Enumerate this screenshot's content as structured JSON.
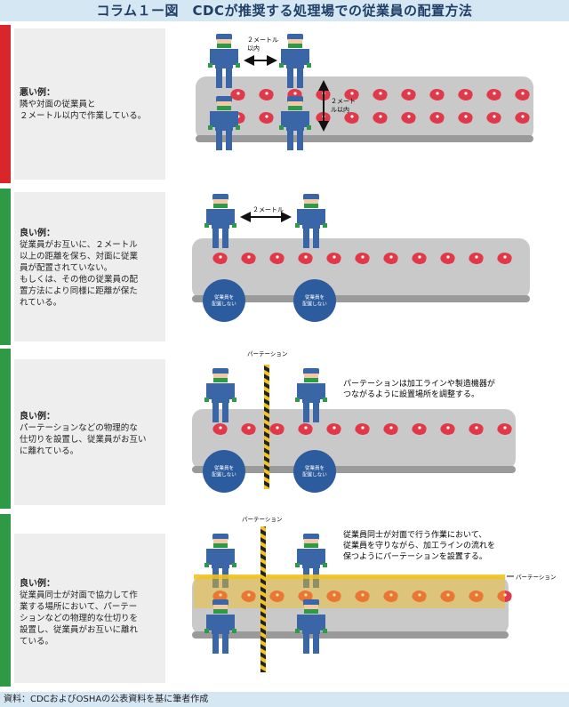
{
  "title": "コラム１ー図　CDCが推奨する処理場での従業員の配置方法",
  "source": "資料：CDCおよびOSHAの公表資料を基に筆者作成",
  "colors": {
    "bad": "#d9262b",
    "good": "#2e9a45",
    "header_bg": "#d6e7f4",
    "worker": "#3a66a8",
    "meat": "#e03a4a",
    "partition": "#f3c21b"
  },
  "sections": [
    {
      "kind": "bad",
      "heading": "悪い例：",
      "body": "隣や対面の従業員と\n２メートル以内で作業している。",
      "labels": {
        "distance_horizontal": "２メートル\n以内",
        "distance_vertical": "２メート\nル以内"
      }
    },
    {
      "kind": "good",
      "heading": "良い例：",
      "body": "従業員がお互いに、２メートル\n以上の距離を保ち、対面に従業\n員が配置されていない。\nもしくは、その他の従業員の配\n置方法により同様に距離が保た\nれている。",
      "labels": {
        "distance": "２メートル",
        "no_staff_1": "従業員を\n配置しない",
        "no_staff_2": "従業員を\n配置しない"
      }
    },
    {
      "kind": "good",
      "heading": "良い例：",
      "body": "パーテーションなどの物理的な\n仕切りを設置し、従業員がお互い\nに離れている。",
      "labels": {
        "partition": "パーテーション",
        "note": "パーテーションは加工ラインや製造機器が\nつながるように設置場所を調整する。",
        "no_staff_1": "従業員を\n配置しない",
        "no_staff_2": "従業員を\n配置しない"
      }
    },
    {
      "kind": "good",
      "heading": "良い例：",
      "body": "従業員同士が対面で協力して作\n業する場所において、パーテー\nションなどの物理的な仕切りを\n設置し、従業員がお互いに離れ\nている。",
      "labels": {
        "partition_top": "パーテーション",
        "partition_side": "パーテーション",
        "note": "従業員同士が対面で行う作業において、\n従業員を守りながら、加工ラインの流れを\n保つようにパーテーションを設置する。"
      }
    }
  ]
}
